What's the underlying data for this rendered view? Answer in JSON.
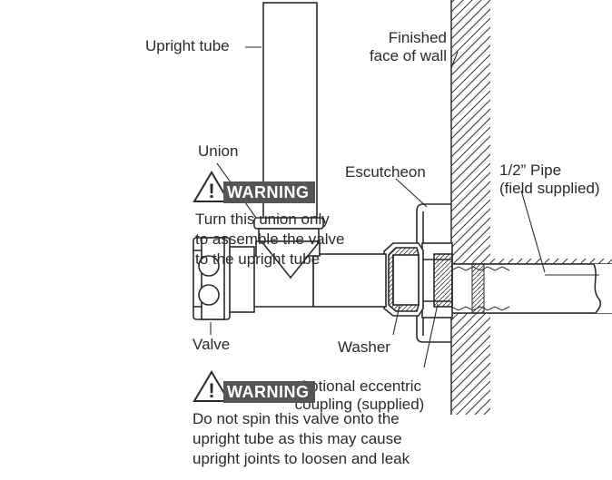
{
  "labels": {
    "upright_tube": "Upright tube",
    "finished_face": [
      "Finished",
      "face of wall"
    ],
    "union": "Union",
    "escutcheon": "Escutcheon",
    "pipe": [
      "1/2” Pipe",
      "(field supplied)"
    ],
    "valve": "Valve",
    "washer": "Washer",
    "coupling": [
      "Optional eccentric",
      "coupling (supplied)"
    ]
  },
  "warnings": [
    {
      "symbol": "!",
      "title": "WARNING",
      "lines": [
        "Turn this union only",
        "to assemble the valve",
        "to the upright tube"
      ]
    },
    {
      "symbol": "!",
      "title": "WARNING",
      "lines": [
        "Do not spin this valve onto the",
        "upright tube as this may cause",
        "upright joints to loosen and leak"
      ]
    }
  ],
  "colors": {
    "line": "#2a2a2a",
    "warning_band": "#555555",
    "fill": "#ffffff"
  }
}
